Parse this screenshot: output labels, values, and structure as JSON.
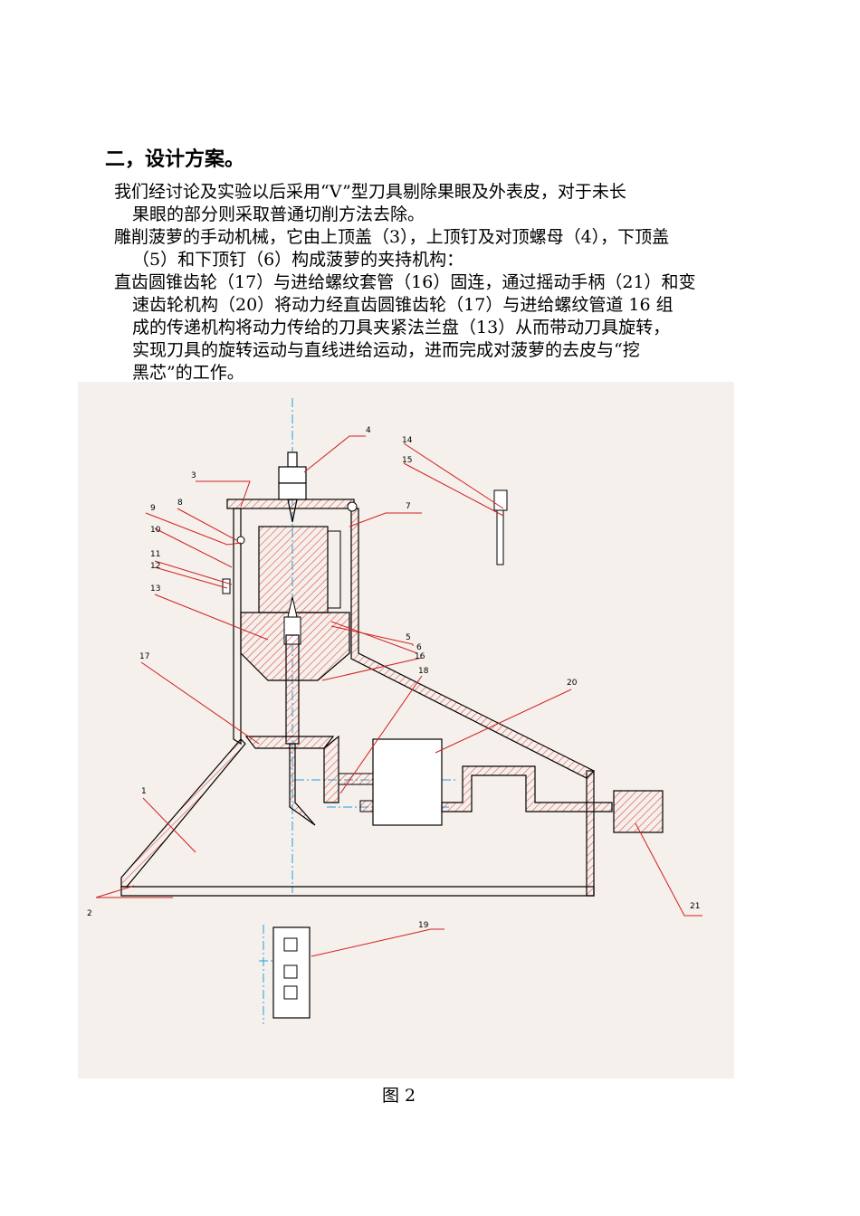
{
  "heading": "二，设计方案。",
  "paragraphs": [
    {
      "lines": [
        "我们经讨论及实验以后采用“V”型刀具剔除果眼及外表皮，对于未长",
        "果眼的部分则采取普通切削方法去除。"
      ]
    },
    {
      "lines": [
        "雕削菠萝的手动机械，它由上顶盖（3），上顶钉及对顶螺母（4），下顶盖",
        "（5）和下顶钉（6）构成菠萝的夹持机构："
      ]
    },
    {
      "lines": [
        "直齿圆锥齿轮（17）与进给螺纹套管（16）固连，通过摇动手柄（21）和变",
        "速齿轮机构（20）将动力经直齿圆锥齿轮（17）与进给螺纹管道 16 组",
        "成的传递机构将动力传给的刀具夹紧法兰盘（13）从而带动刀具旋转，",
        "实现刀具的旋转运动与直线进给运动，进而完成对菠萝的去皮与“挖",
        "黑芯”的工作。"
      ]
    }
  ],
  "figure": {
    "caption": "图 2",
    "part_numbers": [
      "1",
      "2",
      "3",
      "4",
      "5",
      "6",
      "7",
      "8",
      "9",
      "10",
      "11",
      "12",
      "13",
      "14",
      "15",
      "16",
      "17",
      "18",
      "19",
      "20",
      "21"
    ],
    "colors": {
      "outline": "#000000",
      "hatch": "#e05050",
      "leader": "#d02020",
      "centerline": "#20a0e0",
      "background": "#f5f0eb"
    }
  }
}
